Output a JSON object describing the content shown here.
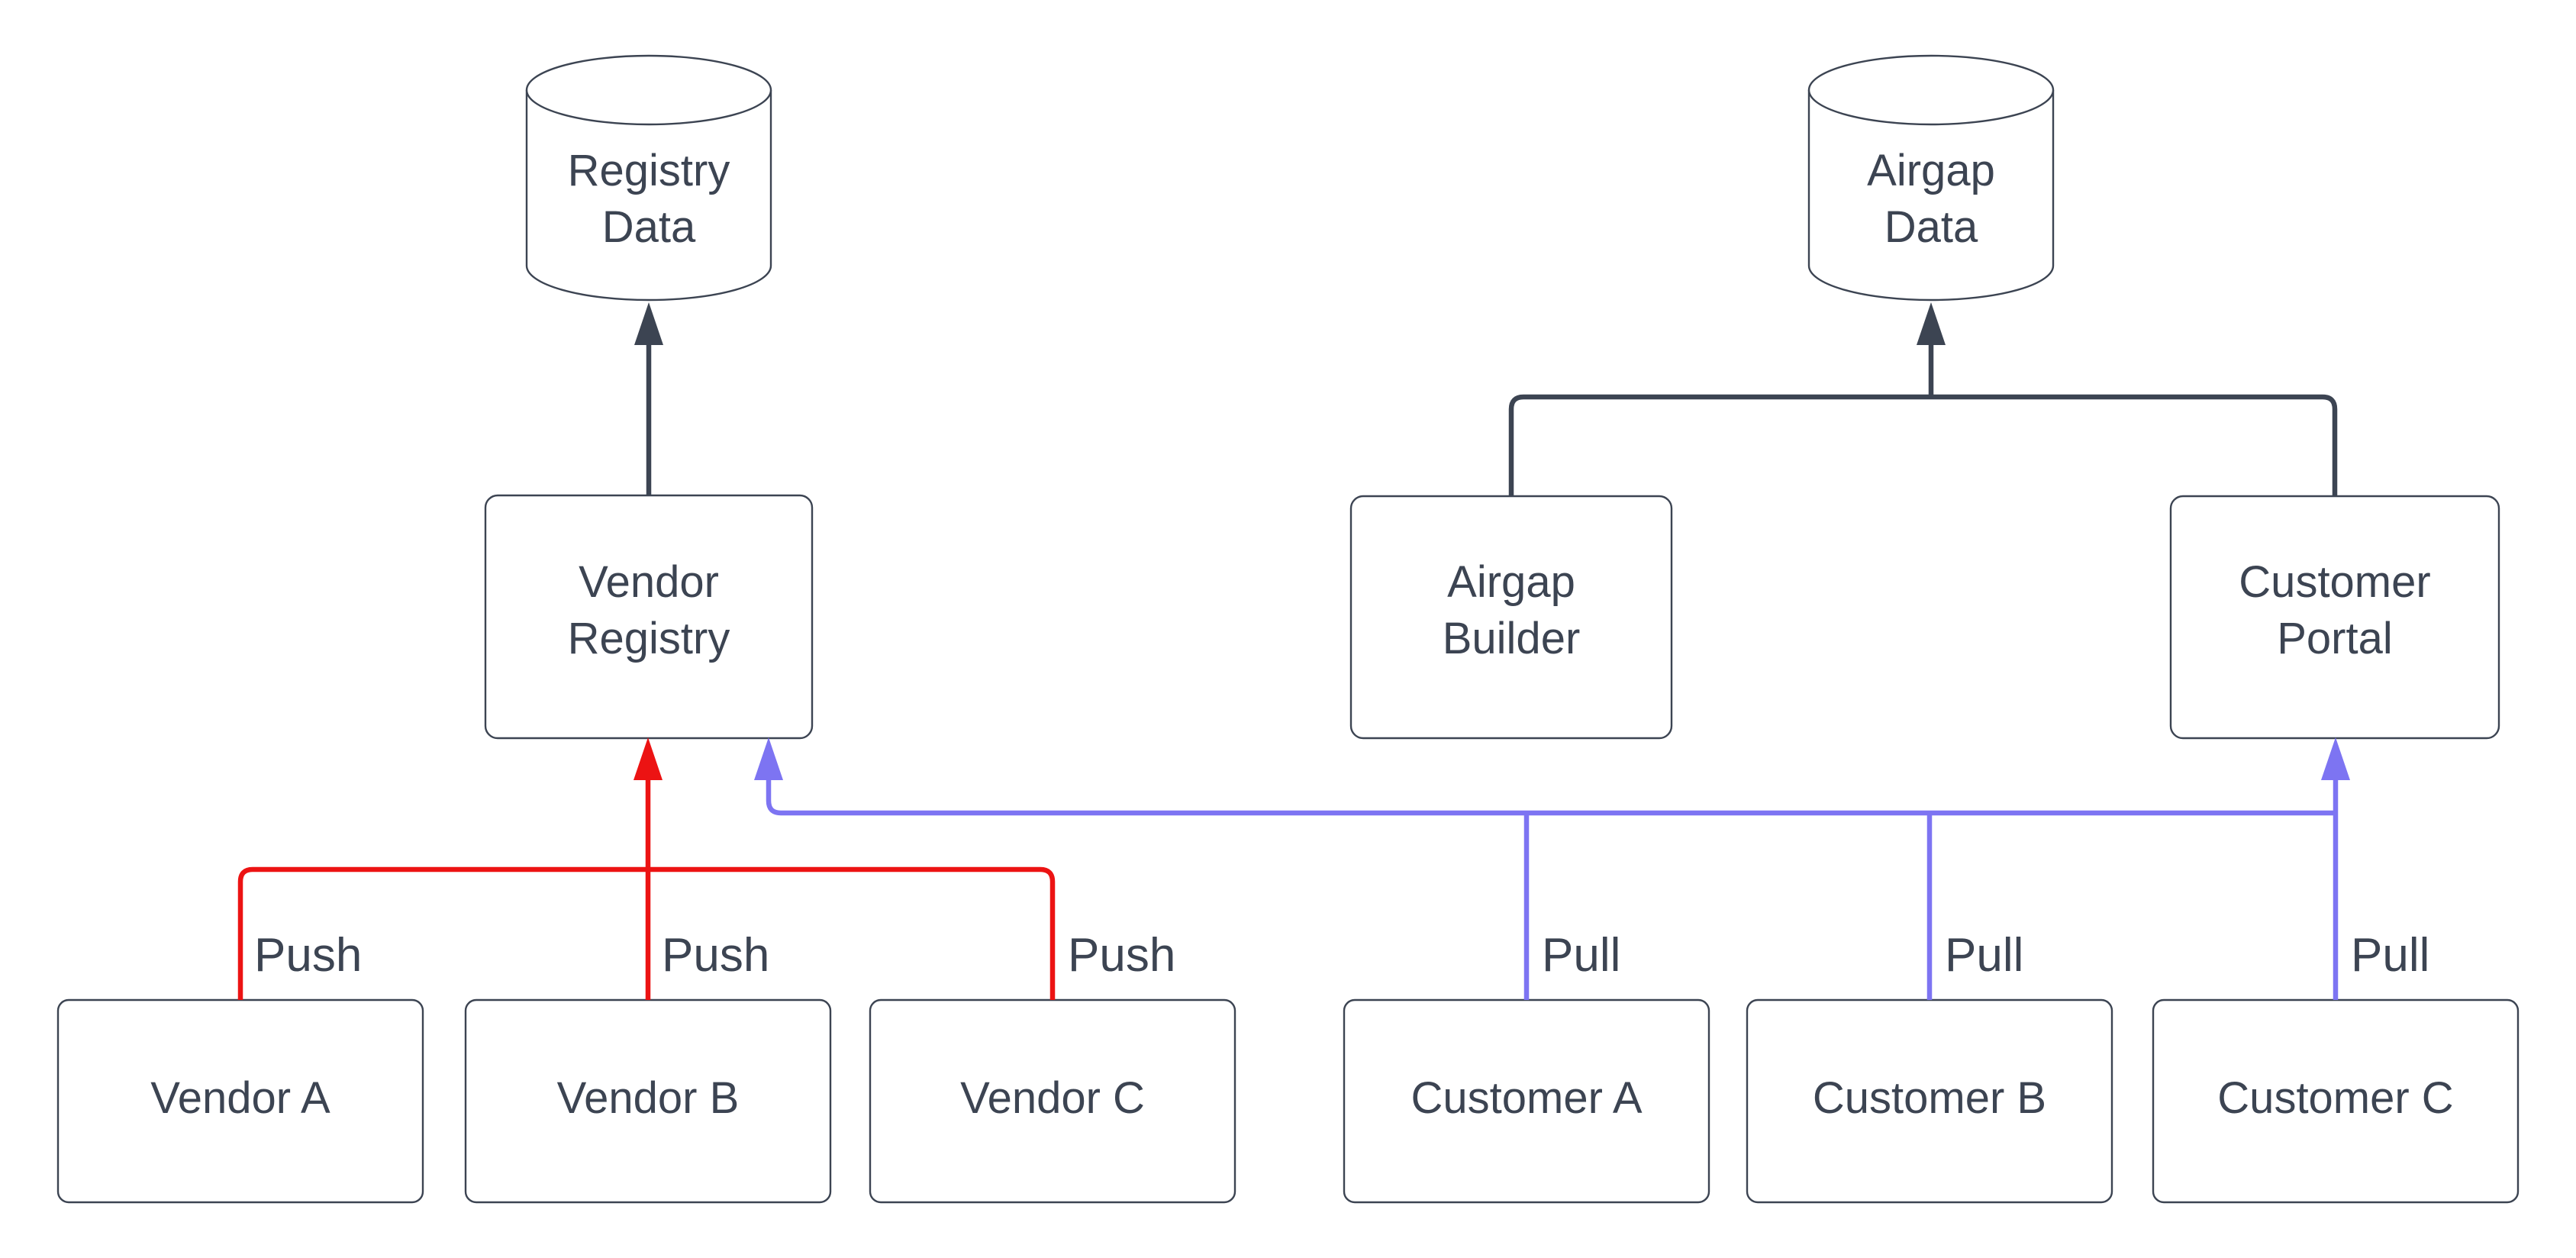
{
  "diagram": {
    "background": "#ffffff",
    "colors": {
      "node_border": "#3c4452",
      "text": "#3c4452",
      "dark_edge": "#3c4452",
      "push_edge": "#ec1313",
      "pull_edge": "#7d74f2"
    },
    "nodes": {
      "registry_data": {
        "shape": "cylinder",
        "line1": "Registry",
        "line2": "Data"
      },
      "airgap_data": {
        "shape": "cylinder",
        "line1": "Airgap",
        "line2": "Data"
      },
      "vendor_registry": {
        "shape": "rounded-rect",
        "line1": "Vendor",
        "line2": "Registry"
      },
      "airgap_builder": {
        "shape": "rounded-rect",
        "line1": "Airgap",
        "line2": "Builder"
      },
      "customer_portal": {
        "shape": "rounded-rect",
        "line1": "Customer",
        "line2": "Portal"
      },
      "vendor_a": {
        "shape": "rounded-rect",
        "label": "Vendor A"
      },
      "vendor_b": {
        "shape": "rounded-rect",
        "label": "Vendor B"
      },
      "vendor_c": {
        "shape": "rounded-rect",
        "label": "Vendor C"
      },
      "customer_a": {
        "shape": "rounded-rect",
        "label": "Customer A"
      },
      "customer_b": {
        "shape": "rounded-rect",
        "label": "Customer B"
      },
      "customer_c": {
        "shape": "rounded-rect",
        "label": "Customer C"
      }
    },
    "edges": {
      "vendor_registry_to_registry_data": {
        "from": "Vendor Registry",
        "to": "Registry Data",
        "label": ""
      },
      "airgap_builder_to_airgap_data": {
        "from": "Airgap Builder",
        "to": "Airgap Data",
        "label": ""
      },
      "customer_portal_to_airgap_data": {
        "from": "Customer Portal",
        "to": "Airgap Data",
        "label": ""
      },
      "vendor_a_to_vendor_registry": {
        "from": "Vendor A",
        "to": "Vendor Registry",
        "label": "Push"
      },
      "vendor_b_to_vendor_registry": {
        "from": "Vendor B",
        "to": "Vendor Registry",
        "label": "Push"
      },
      "vendor_c_to_vendor_registry": {
        "from": "Vendor C",
        "to": "Vendor Registry",
        "label": "Push"
      },
      "customer_a_to_vendor_registry": {
        "from": "Customer A",
        "to": "Vendor Registry",
        "label": "Pull"
      },
      "customer_b_to_vendor_registry": {
        "from": "Customer B",
        "to": "Vendor Registry",
        "label": "Pull"
      },
      "customer_c_to_customer_portal": {
        "from": "Customer C",
        "to": "Customer Portal",
        "label": "Pull"
      }
    }
  }
}
